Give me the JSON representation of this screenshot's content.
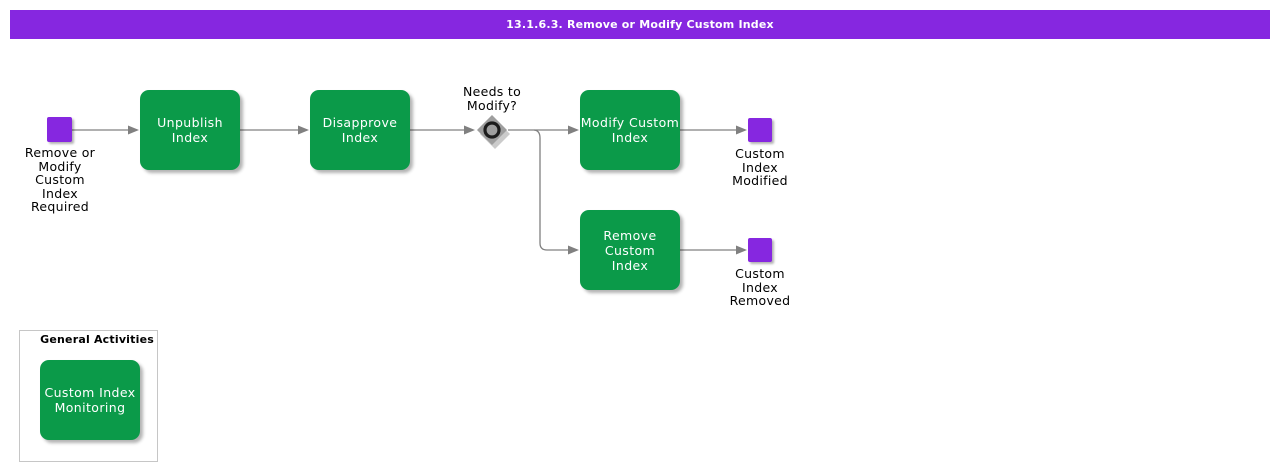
{
  "title_bar": {
    "text": "13.1.6.3. Remove or Modify Custom Index"
  },
  "flow": {
    "start_event": {
      "label": "Remove or\nModify\nCustom\nIndex\nRequired"
    },
    "task_unpublish": {
      "label": "Unpublish Index"
    },
    "task_disapprove": {
      "label": "Disapprove\nIndex"
    },
    "decision": {
      "label": "Needs to\nModify?"
    },
    "task_modify": {
      "label": "Modify Custom\nIndex"
    },
    "task_remove": {
      "label": "Remove Custom\nIndex"
    },
    "end_modified": {
      "label": "Custom\nIndex\nModified"
    },
    "end_removed": {
      "label": "Custom\nIndex\nRemoved"
    }
  },
  "general_activities": {
    "title": "General Activities",
    "task_monitoring": {
      "label": "Custom Index\nMonitoring"
    }
  },
  "colors": {
    "title_bar": "#8627E0",
    "event_square": "#8627E0",
    "task_box": "#0B9A49",
    "connector": "#808080",
    "decision_diamond": "#9E9E9E"
  }
}
